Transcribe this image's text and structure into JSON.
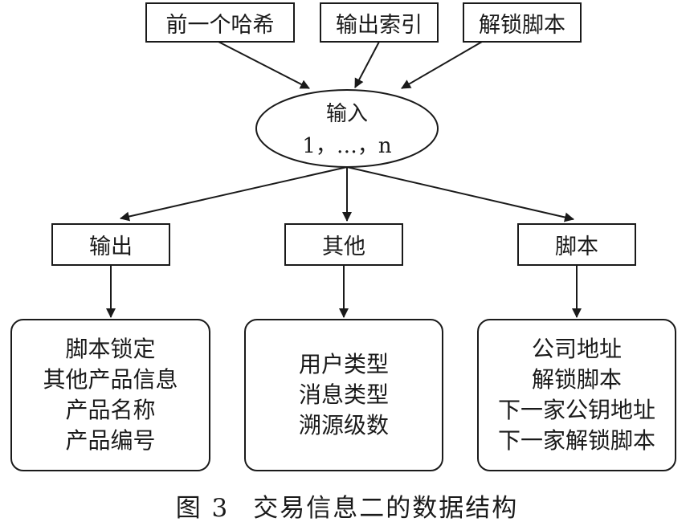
{
  "inputs": {
    "prev_hash": "前一个哈希",
    "output_index": "输出索引",
    "unlock_script": "解锁脚本"
  },
  "center": {
    "label": "输入",
    "range": "1，…，n"
  },
  "categories": {
    "output": "输出",
    "other": "其他",
    "script": "脚本"
  },
  "details": {
    "output": [
      "脚本锁定",
      "其他产品信息",
      "产品名称",
      "产品编号"
    ],
    "other": [
      "用户类型",
      "消息类型",
      "溯源级数"
    ],
    "script": [
      "公司地址",
      "解锁脚本",
      "下一家公钥地址",
      "下一家解锁脚本"
    ]
  },
  "caption": {
    "figure": "图 3",
    "title": "交易信息二的数据结构"
  }
}
